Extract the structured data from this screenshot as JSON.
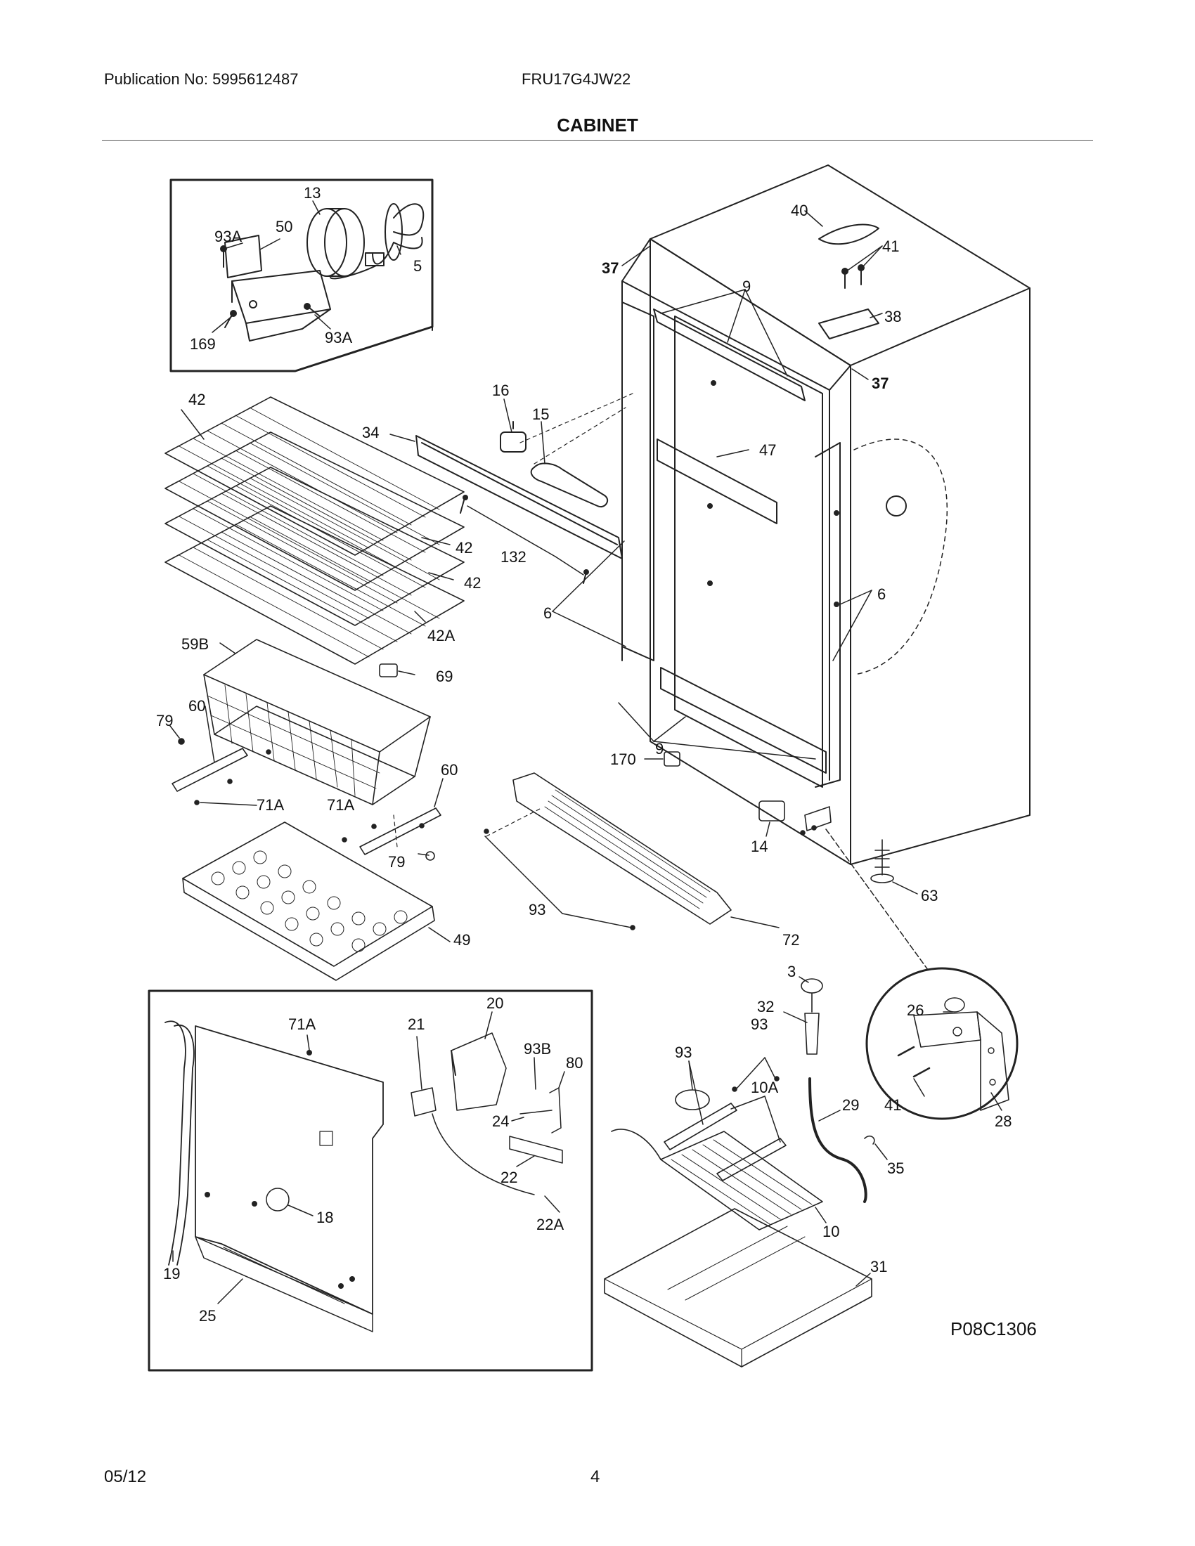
{
  "header": {
    "publication": "Publication No: 5995612487",
    "model": "FRU17G4JW22",
    "section_title": "CABINET"
  },
  "diagram": {
    "code": "P08C1306",
    "callouts": {
      "c13": "13",
      "c93a_1": "93A",
      "c50": "50",
      "c5": "5",
      "c169": "169",
      "c93a_2": "93A",
      "c40": "40",
      "c41_top": "41",
      "c37_top": "37",
      "c9_top": "9",
      "c38": "38",
      "c37_right": "37",
      "c42_top": "42",
      "c16": "16",
      "c15": "15",
      "c34": "34",
      "c47": "47",
      "c42_mid": "42",
      "c132": "132",
      "c42_low": "42",
      "c42a": "42A",
      "c6_left": "6",
      "c6_right": "6",
      "c59b": "59B",
      "c69": "69",
      "c79_left": "79",
      "c60_left": "60",
      "c71a_left": "71A",
      "c71a_mid": "71A",
      "c60_right": "60",
      "c79_mid": "79",
      "c9_bottom": "9",
      "c170": "170",
      "c14": "14",
      "c63": "63",
      "c49": "49",
      "c93_mid": "93",
      "c72": "72",
      "c71a_inset": "71A",
      "c21": "21",
      "c20": "20",
      "c93b": "93B",
      "c80": "80",
      "c24": "24",
      "c22": "22",
      "c22a": "22A",
      "c18": "18",
      "c19": "19",
      "c25": "25",
      "c3": "3",
      "c32": "32",
      "c93_left": "93",
      "c93_right": "93",
      "c10a": "10A",
      "c29": "29",
      "c35": "35",
      "c10": "10",
      "c31": "31",
      "c26": "26",
      "c41_hinge": "41",
      "c28": "28"
    }
  },
  "footer": {
    "date": "05/12",
    "page": "4"
  }
}
